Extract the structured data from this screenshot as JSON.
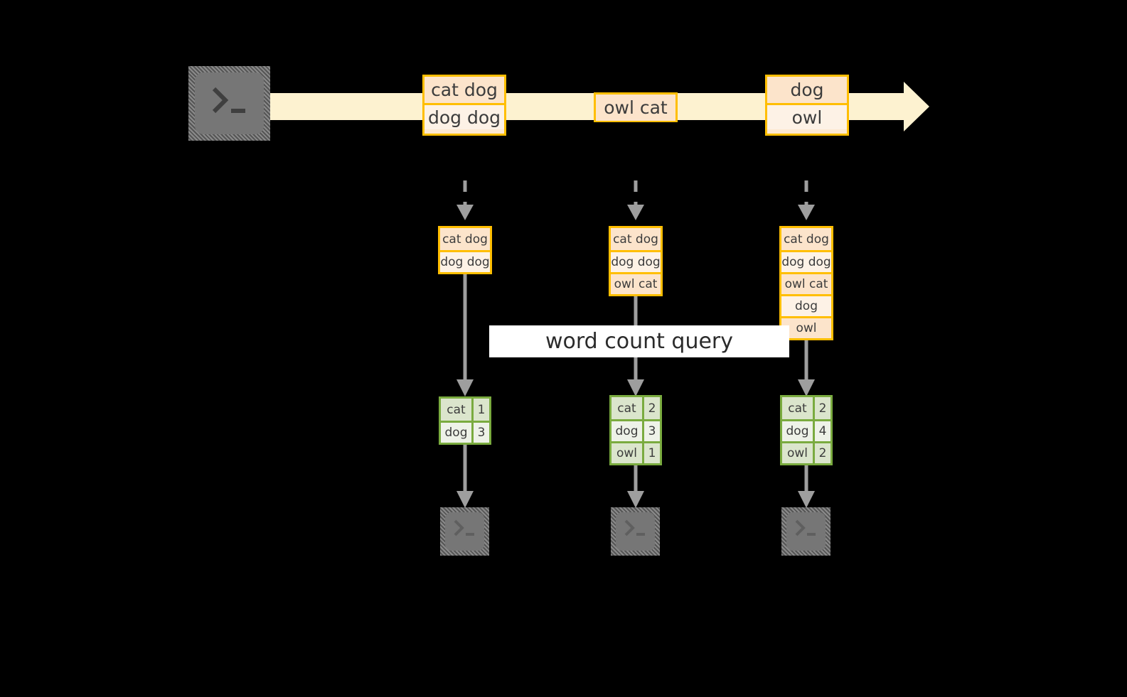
{
  "diagram": {
    "title": "word count query stream diagram",
    "colors": {
      "background": "#000000",
      "stream_band": "#fdf2d0",
      "record_border": "#ffbe00",
      "record_fill_dark": "#fce4cb",
      "record_fill_light": "#fdf2e6",
      "table_border": "#7aab3f",
      "table_fill_dark": "#dbe5cc",
      "table_fill_light": "#eef2e8",
      "arrow_gray": "#9e9e9e",
      "terminal_gray": "#767676",
      "banner_bg": "#ffffff",
      "text": "#3c3c3c"
    },
    "source_terminal": {
      "icon": "terminal-prompt-icon",
      "glyph": ">_"
    },
    "stream": {
      "arrow_icon": "right-arrow-icon",
      "records": [
        {
          "id": "r1",
          "lines": [
            "cat dog",
            "dog dog"
          ]
        },
        {
          "id": "r2",
          "lines": [
            "owl cat"
          ]
        },
        {
          "id": "r3",
          "lines": [
            "dog",
            "owl"
          ]
        }
      ]
    },
    "snapshots": [
      {
        "id": "s1",
        "inbound_arrow": "dashed-down-arrow-icon",
        "outbound_arrow": "down-arrow-icon",
        "lines": [
          "cat dog",
          "dog dog"
        ],
        "result": {
          "rows": [
            {
              "word": "cat",
              "count": "1"
            },
            {
              "word": "dog",
              "count": "3"
            }
          ]
        },
        "sink_terminal": {
          "icon": "terminal-prompt-icon",
          "glyph": ">_"
        }
      },
      {
        "id": "s2",
        "inbound_arrow": "dashed-down-arrow-icon",
        "outbound_arrow": "down-arrow-icon",
        "lines": [
          "cat dog",
          "dog dog",
          "owl cat"
        ],
        "result": {
          "rows": [
            {
              "word": "cat",
              "count": "2"
            },
            {
              "word": "dog",
              "count": "3"
            },
            {
              "word": "owl",
              "count": "1"
            }
          ]
        },
        "sink_terminal": {
          "icon": "terminal-prompt-icon",
          "glyph": ">_"
        }
      },
      {
        "id": "s3",
        "inbound_arrow": "dashed-down-arrow-icon",
        "outbound_arrow": "down-arrow-icon",
        "lines": [
          "cat dog",
          "dog dog",
          "owl cat",
          "dog",
          "owl"
        ],
        "result": {
          "rows": [
            {
              "word": "cat",
              "count": "2"
            },
            {
              "word": "dog",
              "count": "4"
            },
            {
              "word": "owl",
              "count": "2"
            }
          ]
        },
        "sink_terminal": {
          "icon": "terminal-prompt-icon",
          "glyph": ">_"
        }
      }
    ],
    "banner": {
      "label": "word count query"
    }
  }
}
